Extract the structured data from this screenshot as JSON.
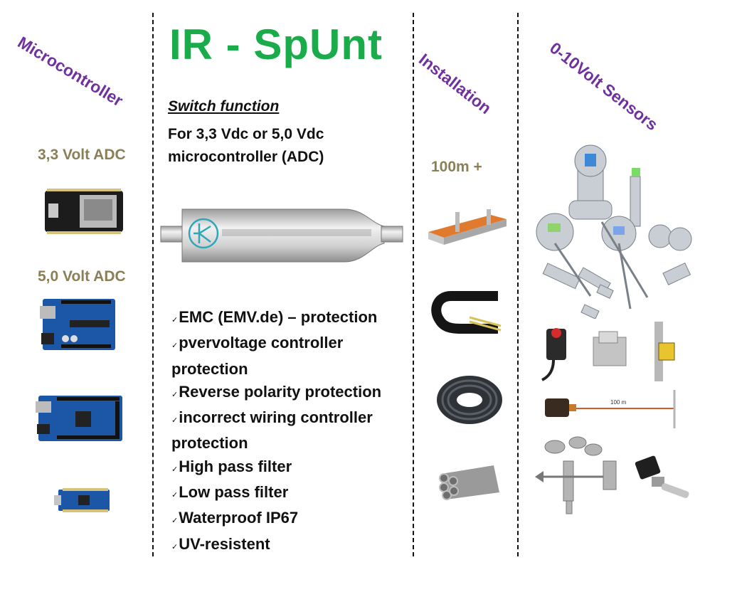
{
  "title": "IR - SpUnt",
  "columns": {
    "microcontroller": {
      "heading": "Microcontroller",
      "adc33_label": "3,3 Volt ADC",
      "adc50_label": "5,0 Volt ADC"
    },
    "switch": {
      "heading": "Switch function",
      "subtitle_line1": "For 3,3 Vdc or 5,0 Vdc",
      "subtitle_line2": "microcontroller (ADC)",
      "check_glyph": "✓",
      "features": [
        "EMC (EMV.de) – protection",
        "pvervoltage controller protection",
        "Reverse polarity protection",
        "incorrect wiring controller protection",
        "High pass filter",
        "Low pass filter",
        "Waterproof IP67",
        "UV-resistent"
      ]
    },
    "installation": {
      "heading": "Installation",
      "distance": "100m +"
    },
    "sensors": {
      "heading": "0-10Volt Sensors",
      "cable_length_label": "100 m"
    }
  },
  "colors": {
    "title": "#1aab4a",
    "heading": "#7030a0",
    "adc_label": "#8a7f57"
  }
}
